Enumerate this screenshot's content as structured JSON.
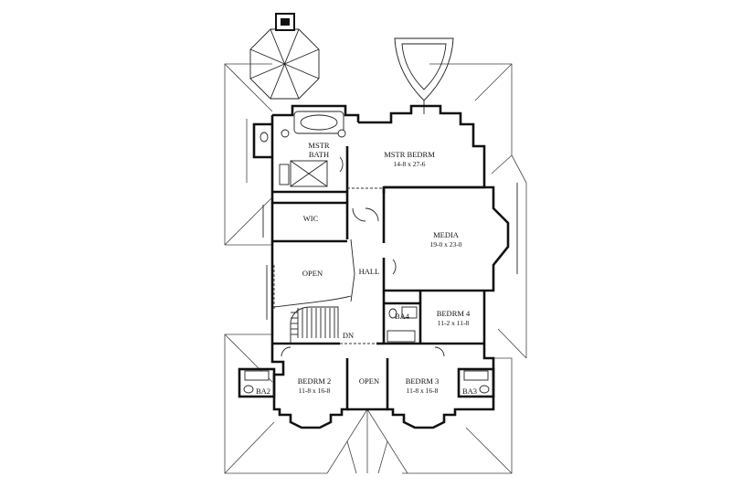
{
  "rooms": [
    {
      "name": "MSTR",
      "dims": ""
    },
    {
      "name": "BATH",
      "dims": ""
    },
    {
      "name": "MSTR BEDRM",
      "dims": "14-8 x 27-6"
    },
    {
      "name": "WIC",
      "dims": ""
    },
    {
      "name": "MEDIA",
      "dims": "19-0 x 23-0"
    },
    {
      "name": "OPEN",
      "dims": ""
    },
    {
      "name": "HALL",
      "dims": ""
    },
    {
      "name": "BA4",
      "dims": ""
    },
    {
      "name": "BEDRM 4",
      "dims": "11-2 x 11-8"
    },
    {
      "name": "DN",
      "dims": ""
    },
    {
      "name": "BEDRM 2",
      "dims": "11-8 x 16-8"
    },
    {
      "name": "OPEN",
      "dims": ""
    },
    {
      "name": "BEDRM 3",
      "dims": "11-8 x 16-8"
    },
    {
      "name": "BA2",
      "dims": ""
    },
    {
      "name": "BA3",
      "dims": ""
    }
  ]
}
